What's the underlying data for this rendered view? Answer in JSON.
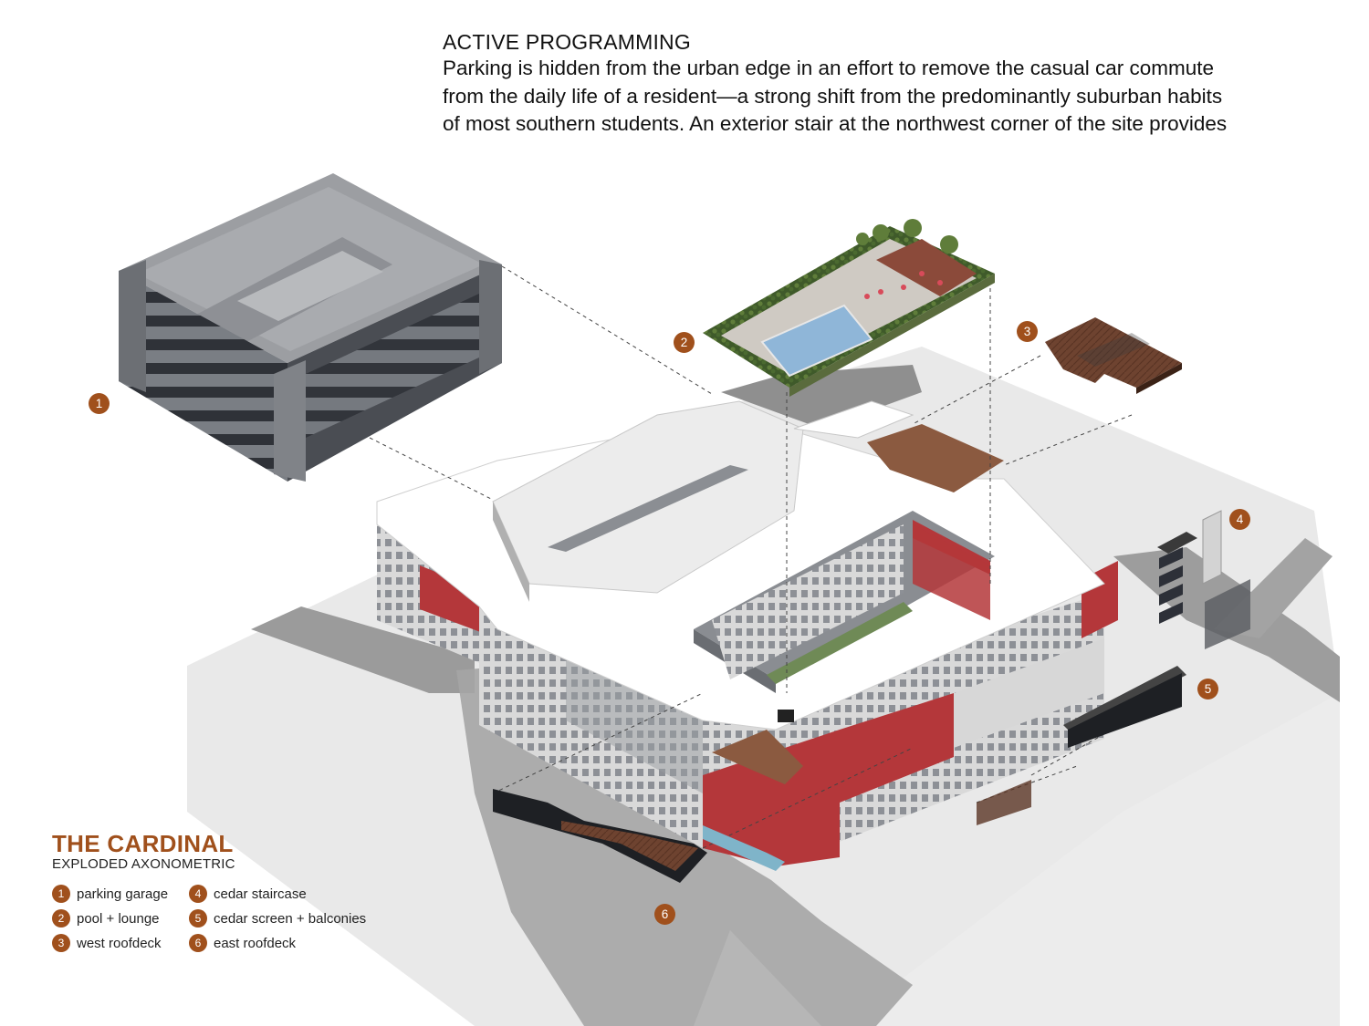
{
  "header": {
    "heading": "ACTIVE PROGRAMMING",
    "lines": [
      "Parking is hidden from the urban edge in an effort to remove the casual car commute",
      "from the daily life of a resident—a strong shift from the predominantly suburban habits",
      "of most southern students. An exterior stair at the northwest corner of the site provides"
    ]
  },
  "legend": {
    "title": "THE CARDINAL",
    "subtitle": "EXPLODED AXONOMETRIC",
    "items": [
      {
        "num": "1",
        "label": "parking garage"
      },
      {
        "num": "4",
        "label": "cedar staircase"
      },
      {
        "num": "2",
        "label": "pool + lounge"
      },
      {
        "num": "5",
        "label": "cedar screen + balconies"
      },
      {
        "num": "3",
        "label": "west roofdeck"
      },
      {
        "num": "6",
        "label": "east roofdeck"
      }
    ]
  },
  "markers": [
    "1",
    "2",
    "3",
    "4",
    "5",
    "6"
  ],
  "colors": {
    "accent": "#a0501c",
    "brick_red": "#b4373a",
    "cedar": "#6e4330",
    "pool_blue": "#8fb6d8",
    "garage_gray": "#6f7378",
    "roof_white": "#ffffff",
    "street_gray": "#9a9a9a",
    "ground": "#e6e6e6"
  }
}
